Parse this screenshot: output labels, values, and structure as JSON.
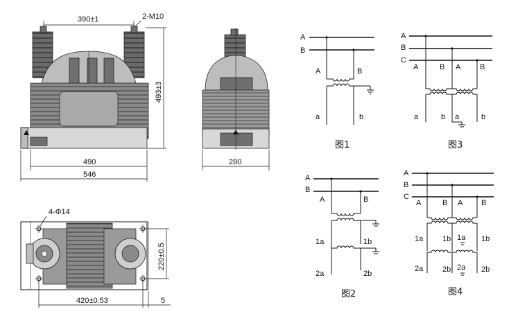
{
  "front_view": {
    "dim_top": "390±1",
    "terminal": "2-M10",
    "height": "493±3",
    "width_inner": "490",
    "width_outer": "546"
  },
  "side_view": {
    "width": "280"
  },
  "plan_view": {
    "holes": "4-Φ14",
    "spacing_v": "220±0.5",
    "spacing_h": "420±0.53",
    "offset": "5"
  },
  "diagrams": [
    {
      "caption": "图1",
      "buses": [
        "A",
        "B"
      ],
      "primary": [
        "A",
        "B"
      ],
      "secondary": [
        "a",
        "b"
      ]
    },
    {
      "caption": "图2",
      "buses": [
        "A",
        "B"
      ],
      "primary": [
        "A",
        "B"
      ],
      "secondary1": [
        "1a",
        "1b"
      ],
      "secondary2": [
        "2a",
        "2b"
      ]
    },
    {
      "caption": "图3",
      "buses": [
        "A",
        "B",
        "C"
      ],
      "primary": [
        "A",
        "B",
        "A",
        "B"
      ],
      "secondary": [
        "a",
        "b",
        "a",
        "b"
      ]
    },
    {
      "caption": "图4",
      "buses": [
        "A",
        "B",
        "C"
      ],
      "primary": [
        "A",
        "B",
        "A",
        "B"
      ],
      "secondary1": [
        "1a",
        "1b",
        "1a",
        "1b"
      ],
      "secondary2": [
        "2a",
        "2b",
        "2a",
        "2b"
      ]
    }
  ]
}
